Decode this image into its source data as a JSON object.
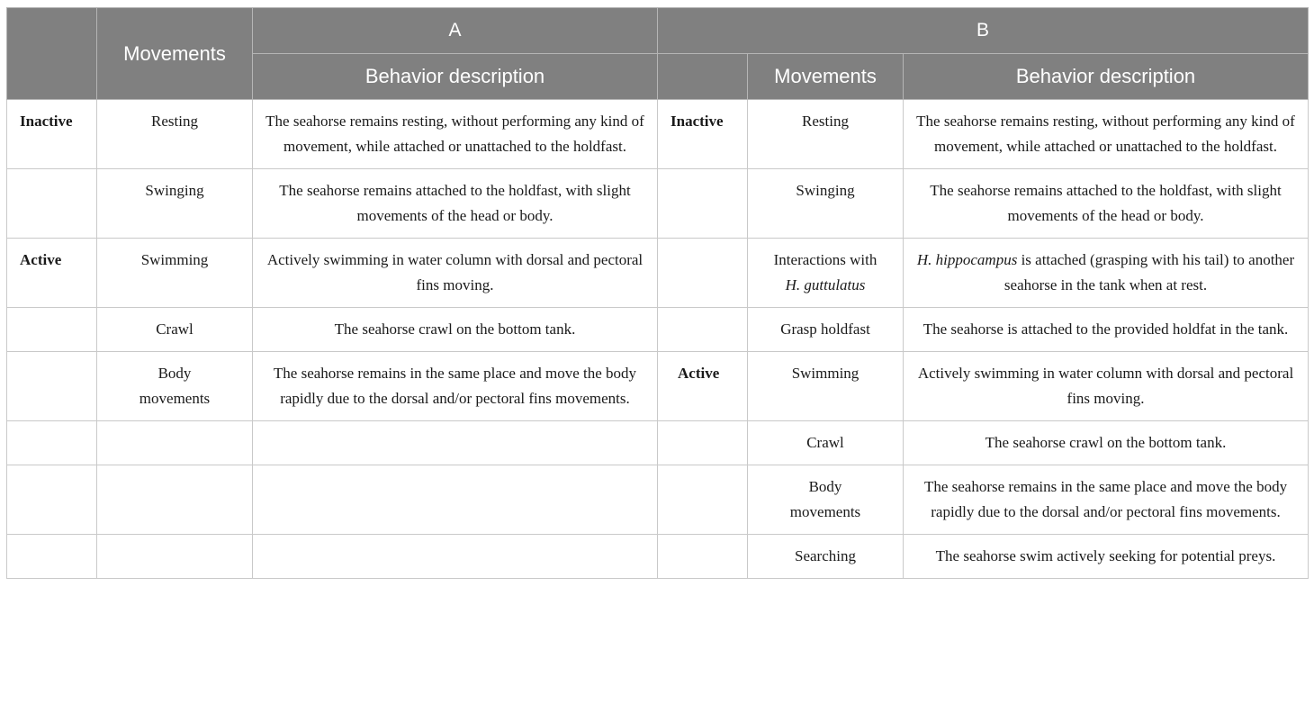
{
  "header": {
    "group_a": "A",
    "group_b": "B",
    "movements": "Movements",
    "behavior_description": "Behavior description"
  },
  "rows": [
    {
      "a_cat": "Inactive",
      "a_mov": "Resting",
      "a_desc": "The seahorse remains resting, without performing any kind of movement, while attached or unattached to the holdfast.",
      "b_cat": "Inactive",
      "b_mov": "Resting",
      "b_desc": "The seahorse remains resting, without performing any kind of movement, while attached or unattached to the holdfast."
    },
    {
      "a_cat": "",
      "a_mov": "Swinging",
      "a_desc": "The seahorse remains attached to the holdfast, with slight movements of the head or body.",
      "b_cat": "",
      "b_mov": "Swinging",
      "b_desc": "The seahorse remains attached to the holdfast, with slight movements of the head or body."
    },
    {
      "a_cat": "Active",
      "a_mov": "Swimming",
      "a_desc": "Actively swimming in water column with dorsal and pectoral fins moving.",
      "b_cat": "",
      "b_mov_prefix": "Interactions with",
      "b_mov_species": "H. guttulatus",
      "b_desc_species": "H. hippocampus",
      "b_desc_rest": " is attached (grasping with his tail) to another seahorse in the tank when at rest."
    },
    {
      "a_cat": "",
      "a_mov": "Crawl",
      "a_desc": "The seahorse crawl on the bottom tank.",
      "b_cat": "",
      "b_mov": "Grasp holdfast",
      "b_desc": "The seahorse is attached to the provided holdfat in the tank."
    },
    {
      "a_cat": "",
      "a_mov": "Body movements",
      "a_desc": "The seahorse remains in the same place and move the body rapidly due to the dorsal and/or pectoral fins movements.",
      "b_cat": "Active",
      "b_mov": "Swimming",
      "b_desc": "Actively swimming in water column with dorsal and pectoral fins moving."
    },
    {
      "a_cat": "",
      "a_mov": "",
      "a_desc": "",
      "b_cat": "",
      "b_mov": "Crawl",
      "b_desc": "The seahorse crawl on the bottom tank."
    },
    {
      "a_cat": "",
      "a_mov": "",
      "a_desc": "",
      "b_cat": "",
      "b_mov": "Body movements",
      "b_desc": "The seahorse remains in the same place and move the body rapidly due to the dorsal and/or pectoral fins movements."
    },
    {
      "a_cat": "",
      "a_mov": "",
      "a_desc": "",
      "b_cat": "",
      "b_mov": "Searching",
      "b_desc": "The seahorse swim actively seeking for potential preys."
    }
  ]
}
